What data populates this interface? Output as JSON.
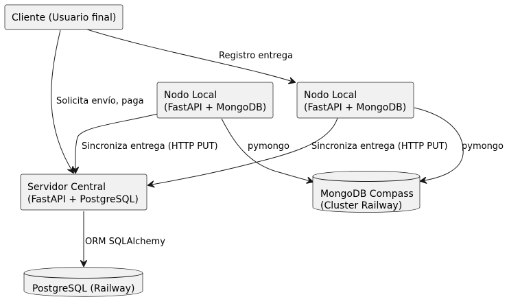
{
  "nodes": {
    "cliente": {
      "lines": [
        "Cliente (Usuario final)"
      ]
    },
    "nodo_local_1": {
      "lines": [
        "Nodo Local",
        "(FastAPI + MongoDB)"
      ]
    },
    "nodo_local_2": {
      "lines": [
        "Nodo Local",
        "(FastAPI + MongoDB)"
      ]
    },
    "servidor_central": {
      "lines": [
        "Servidor Central",
        "(FastAPI + PostgreSQL)"
      ]
    },
    "mongodb_compass": {
      "lines": [
        "MongoDB Compass",
        "(Cluster Railway)"
      ]
    },
    "postgresql": {
      "lines": [
        "PostgreSQL (Railway)"
      ]
    }
  },
  "edges": {
    "registro_entrega": "Registro entrega",
    "solicita_envio": "Solicita envío, paga",
    "sincroniza_1": "Sincroniza entrega (HTTP PUT)",
    "sincroniza_2": "Sincroniza entrega (HTTP PUT)",
    "pymongo_1": "pymongo",
    "pymongo_2": "pymongo",
    "orm": "ORM SQLAlchemy"
  }
}
